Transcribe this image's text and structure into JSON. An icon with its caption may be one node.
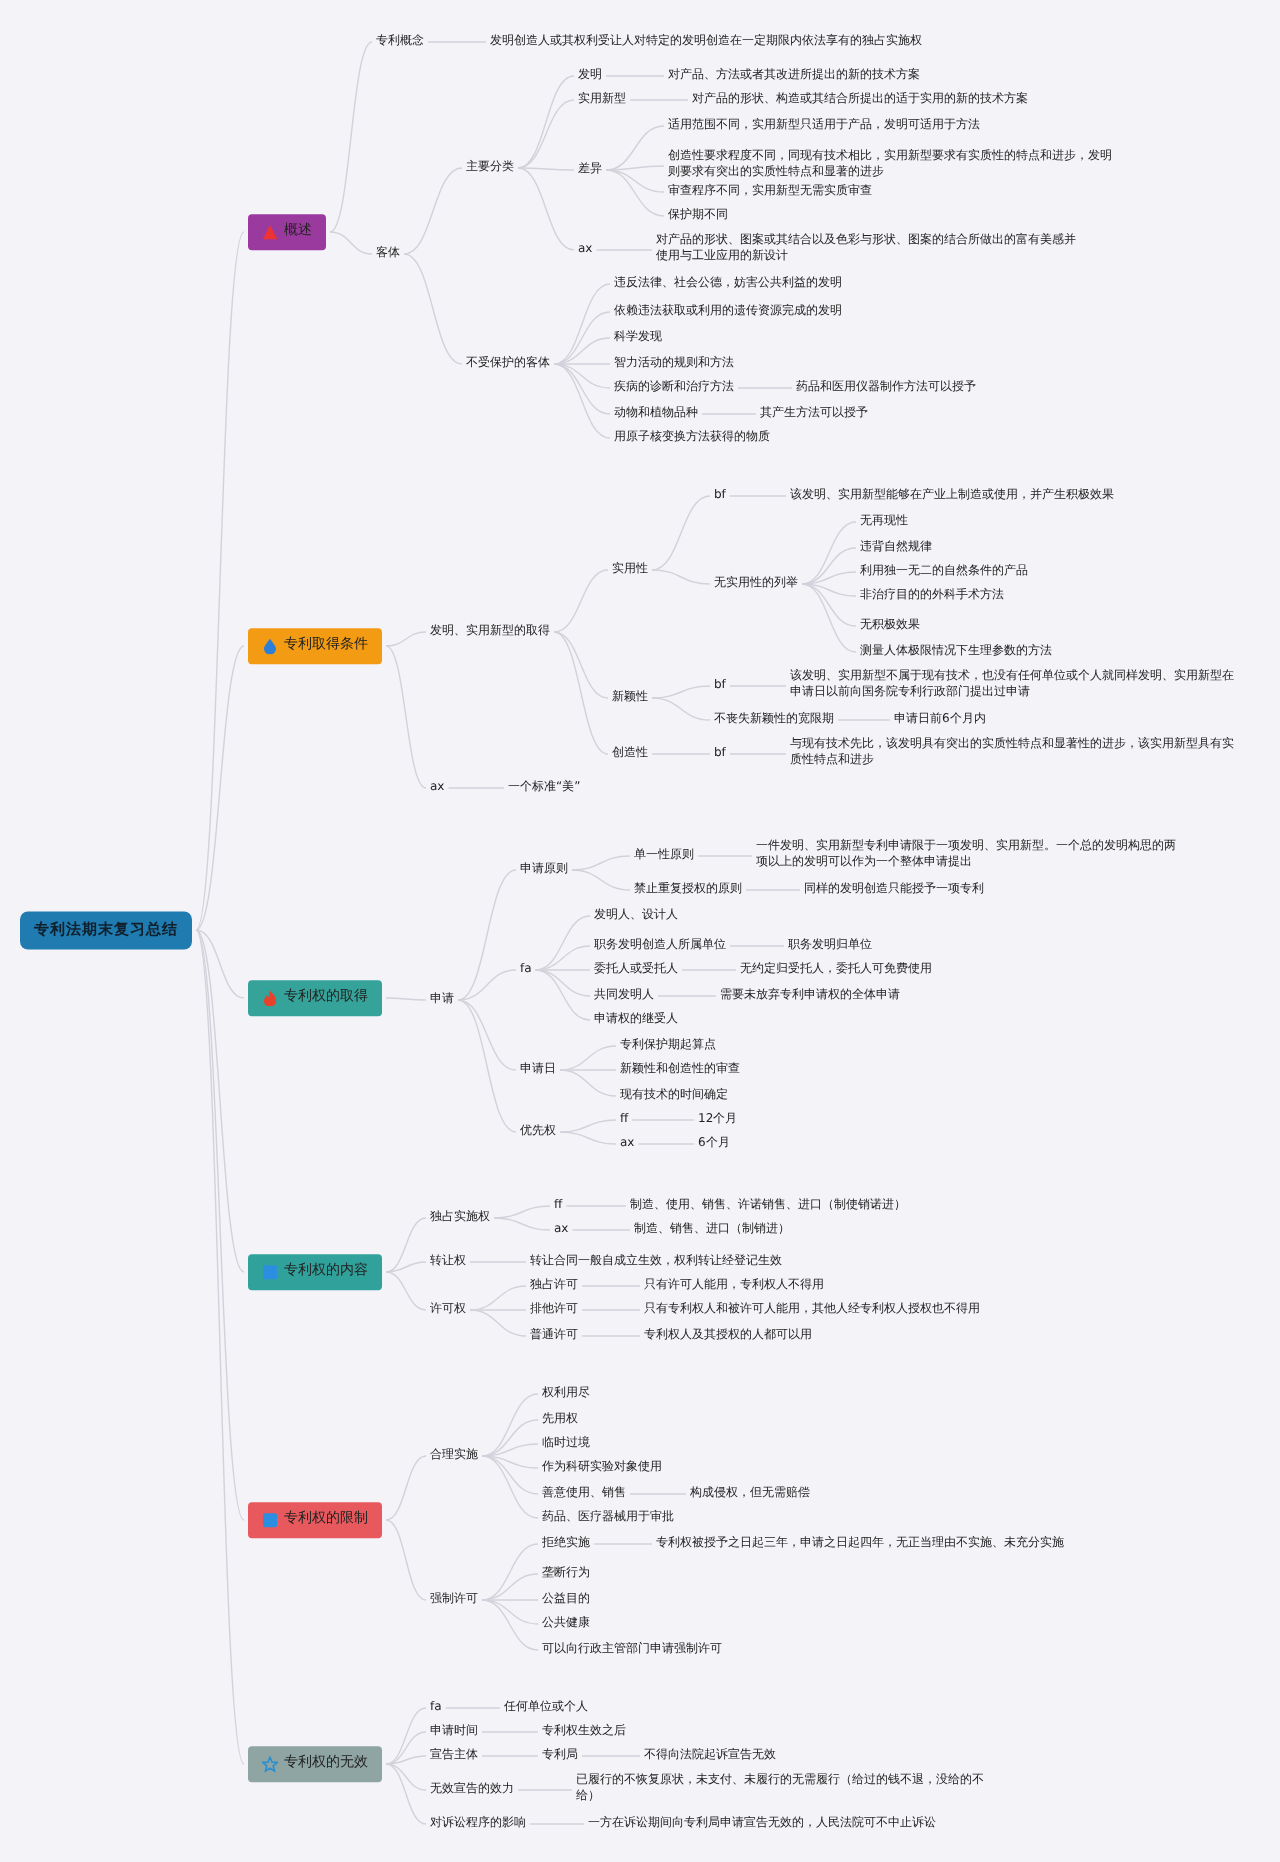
{
  "diagram": {
    "nodes": [
      {
        "text": [
          "专利法期末复习总结"
        ]
      },
      {
        "text": [
          "概述"
        ]
      },
      {
        "text": [
          "专利概念"
        ]
      },
      {
        "text": [
          "发明创造人或其权利受让人对特定的发明创造在一定期限内依法享有的独占实施权"
        ]
      },
      {
        "text": [
          "客体"
        ]
      },
      {
        "text": [
          "主要分类"
        ]
      },
      {
        "text": [
          "发明"
        ]
      },
      {
        "text": [
          "对产品、方法或者其改进所提出的新的技术方案"
        ]
      },
      {
        "text": [
          "实用新型"
        ]
      },
      {
        "text": [
          "对产品的形状、构造或其结合所提出的适于实用的新的技术方案"
        ]
      },
      {
        "text": [
          "差异"
        ]
      },
      {
        "text": [
          "适用范围不同，实用新型只适用于产品，发明可适用于方法"
        ]
      },
      {
        "text": [
          "创造性要求程度不同，同现有技术相比，实用新型要求有实质性的特点和进步，发明则要求有突出的实质性特点和显著的进步"
        ]
      },
      {
        "text": [
          "审查程序不同，实用新型无需实质审查"
        ]
      },
      {
        "text": [
          "保护期不同"
        ]
      },
      {
        "text": [
          "ax"
        ]
      },
      {
        "text": [
          "对产品的形状、图案或其结合以及色彩与形状、图案的结合所做出的富有美感并使用与工业应用的新设计"
        ]
      },
      {
        "text": [
          "不受保护的客体"
        ]
      },
      {
        "text": [
          "违反法律、社会公德，妨害公共利益的发明"
        ]
      },
      {
        "text": [
          "依赖违法获取或利用的遗传资源完成的发明"
        ]
      },
      {
        "text": [
          "科学发现"
        ]
      },
      {
        "text": [
          "智力活动的规则和方法"
        ]
      },
      {
        "text": [
          "疾病的诊断和治疗方法"
        ]
      },
      {
        "text": [
          "药品和医用仪器制作方法可以授予"
        ]
      },
      {
        "text": [
          "动物和植物品种"
        ]
      },
      {
        "text": [
          "其产生方法可以授予"
        ]
      },
      {
        "text": [
          "用原子核变换方法获得的物质"
        ]
      },
      {
        "text": [
          "专利取得条件"
        ]
      },
      {
        "text": [
          "发明、实用新型的取得"
        ]
      },
      {
        "text": [
          "实用性"
        ]
      },
      {
        "text": [
          "bf"
        ]
      },
      {
        "text": [
          "该发明、实用新型能够在产业上制造或使用，并产生积极效果"
        ]
      },
      {
        "text": [
          "无实用性的列举"
        ]
      },
      {
        "text": [
          "无再现性"
        ]
      },
      {
        "text": [
          "违背自然规律"
        ]
      },
      {
        "text": [
          "利用独一无二的自然条件的产品"
        ]
      },
      {
        "text": [
          "非治疗目的的外科手术方法"
        ]
      },
      {
        "text": [
          "无积极效果"
        ]
      },
      {
        "text": [
          "测量人体极限情况下生理参数的方法"
        ]
      },
      {
        "text": [
          "新颖性"
        ]
      },
      {
        "text": [
          "bf"
        ]
      },
      {
        "text": [
          "该发明、实用新型不属于现有技术，也没有任何单位或个人就同样发明、实用新型在申请日以前向国务院专利行政部门提出过申请"
        ]
      },
      {
        "text": [
          "不丧失新颖性的宽限期"
        ]
      },
      {
        "text": [
          "申请日前6个月内"
        ]
      },
      {
        "text": [
          "创造性"
        ]
      },
      {
        "text": [
          "bf"
        ]
      },
      {
        "text": [
          "与现有技术先比，该发明具有突出的实质性特点和显著性的进步，该实用新型具有实质性特点和进步"
        ]
      },
      {
        "text": [
          "ax"
        ]
      },
      {
        "text": [
          "一个标准“美”"
        ]
      },
      {
        "text": [
          "专利权的取得"
        ]
      },
      {
        "text": [
          "申请"
        ]
      },
      {
        "text": [
          "申请原则"
        ]
      },
      {
        "text": [
          "单一性原则"
        ]
      },
      {
        "text": [
          "一件发明、实用新型专利申请限于一项发明、实用新型。一个总的发明构思的两项以上的发明可以作为一个整体申请提出"
        ]
      },
      {
        "text": [
          "禁止重复授权的原则"
        ]
      },
      {
        "text": [
          "同样的发明创造只能授予一项专利"
        ]
      },
      {
        "text": [
          "fa"
        ]
      },
      {
        "text": [
          "发明人、设计人"
        ]
      },
      {
        "text": [
          "职务发明创造人所属单位"
        ]
      },
      {
        "text": [
          "职务发明归单位"
        ]
      },
      {
        "text": [
          "委托人或受托人"
        ]
      },
      {
        "text": [
          "无约定归受托人，委托人可免费使用"
        ]
      },
      {
        "text": [
          "共同发明人"
        ]
      },
      {
        "text": [
          "需要未放弃专利申请权的全体申请"
        ]
      },
      {
        "text": [
          "申请权的继受人"
        ]
      },
      {
        "text": [
          "申请日"
        ]
      },
      {
        "text": [
          "专利保护期起算点"
        ]
      },
      {
        "text": [
          "新颖性和创造性的审查"
        ]
      },
      {
        "text": [
          "现有技术的时间确定"
        ]
      },
      {
        "text": [
          "优先权"
        ]
      },
      {
        "text": [
          "ff"
        ]
      },
      {
        "text": [
          "12个月"
        ]
      },
      {
        "text": [
          "ax"
        ]
      },
      {
        "text": [
          "6个月"
        ]
      },
      {
        "text": [
          "专利权的内容"
        ]
      },
      {
        "text": [
          "独占实施权"
        ]
      },
      {
        "text": [
          "ff"
        ]
      },
      {
        "text": [
          "制造、使用、销售、许诺销售、进口（制使销诺进）"
        ]
      },
      {
        "text": [
          "ax"
        ]
      },
      {
        "text": [
          "制造、销售、进口（制销进）"
        ]
      },
      {
        "text": [
          "转让权"
        ]
      },
      {
        "text": [
          "转让合同一般自成立生效，权利转让经登记生效"
        ]
      },
      {
        "text": [
          "许可权"
        ]
      },
      {
        "text": [
          "独占许可"
        ]
      },
      {
        "text": [
          "只有许可人能用，专利权人不得用"
        ]
      },
      {
        "text": [
          "排他许可"
        ]
      },
      {
        "text": [
          "只有专利权人和被许可人能用，其他人经专利权人授权也不得用"
        ]
      },
      {
        "text": [
          "普通许可"
        ]
      },
      {
        "text": [
          "专利权人及其授权的人都可以用"
        ]
      },
      {
        "text": [
          "专利权的限制"
        ]
      },
      {
        "text": [
          "合理实施"
        ]
      },
      {
        "text": [
          "权利用尽"
        ]
      },
      {
        "text": [
          "先用权"
        ]
      },
      {
        "text": [
          "临时过境"
        ]
      },
      {
        "text": [
          "作为科研实验对象使用"
        ]
      },
      {
        "text": [
          "善意使用、销售"
        ]
      },
      {
        "text": [
          "构成侵权，但无需赔偿"
        ]
      },
      {
        "text": [
          "药品、医疗器械用于审批"
        ]
      },
      {
        "text": [
          "强制许可"
        ]
      },
      {
        "text": [
          "拒绝实施"
        ]
      },
      {
        "text": [
          "专利权被授予之日起三年，申请之日起四年，无正当理由不实施、未充分实施"
        ]
      },
      {
        "text": [
          "垄断行为"
        ]
      },
      {
        "text": [
          "公益目的"
        ]
      },
      {
        "text": [
          "公共健康"
        ]
      },
      {
        "text": [
          "可以向行政主管部门申请强制许可"
        ]
      },
      {
        "text": [
          "专利权的无效"
        ]
      },
      {
        "text": [
          "fa"
        ]
      },
      {
        "text": [
          "任何单位或个人"
        ]
      },
      {
        "text": [
          "申请时间"
        ]
      },
      {
        "text": [
          "专利权生效之后"
        ]
      },
      {
        "text": [
          "宣告主体"
        ]
      },
      {
        "text": [
          "专利局"
        ]
      },
      {
        "text": [
          "不得向法院起诉宣告无效"
        ]
      },
      {
        "text": [
          "无效宣告的效力"
        ]
      },
      {
        "text": [
          "已履行的不恢复原状，未支付、未履行的无需履行（给过的钱不退，没给的不给）"
        ]
      },
      {
        "text": [
          "对诉讼程序的影响"
        ]
      },
      {
        "text": [
          "一方在诉讼期间向专利局申请宣告无效的，人民法院可不中止诉讼"
        ]
      }
    ],
    "edges": [
      {
        "from": 0,
        "to": 1,
        "arrow": "none"
      },
      {
        "from": 1,
        "to": 2,
        "arrow": "none"
      },
      {
        "from": 2,
        "to": 3,
        "arrow": "none"
      },
      {
        "from": 1,
        "to": 4,
        "arrow": "none"
      },
      {
        "from": 4,
        "to": 5,
        "arrow": "none"
      },
      {
        "from": 5,
        "to": 6,
        "arrow": "none"
      },
      {
        "from": 6,
        "to": 7,
        "arrow": "none"
      },
      {
        "from": 5,
        "to": 8,
        "arrow": "none"
      },
      {
        "from": 8,
        "to": 9,
        "arrow": "none"
      },
      {
        "from": 5,
        "to": 10,
        "arrow": "none"
      },
      {
        "from": 10,
        "to": 11,
        "arrow": "none"
      },
      {
        "from": 10,
        "to": 12,
        "arrow": "none"
      },
      {
        "from": 10,
        "to": 13,
        "arrow": "none"
      },
      {
        "from": 10,
        "to": 14,
        "arrow": "none"
      },
      {
        "from": 5,
        "to": 15,
        "arrow": "none"
      },
      {
        "from": 15,
        "to": 16,
        "arrow": "none"
      },
      {
        "from": 4,
        "to": 17,
        "arrow": "none"
      },
      {
        "from": 17,
        "to": 18,
        "arrow": "none"
      },
      {
        "from": 17,
        "to": 19,
        "arrow": "none"
      },
      {
        "from": 17,
        "to": 20,
        "arrow": "none"
      },
      {
        "from": 17,
        "to": 21,
        "arrow": "none"
      },
      {
        "from": 17,
        "to": 22,
        "arrow": "none"
      },
      {
        "from": 22,
        "to": 23,
        "arrow": "none"
      },
      {
        "from": 17,
        "to": 24,
        "arrow": "none"
      },
      {
        "from": 24,
        "to": 25,
        "arrow": "none"
      },
      {
        "from": 17,
        "to": 26,
        "arrow": "none"
      },
      {
        "from": 0,
        "to": 27,
        "arrow": "none"
      },
      {
        "from": 27,
        "to": 28,
        "arrow": "none"
      },
      {
        "from": 28,
        "to": 29,
        "arrow": "none"
      },
      {
        "from": 29,
        "to": 30,
        "arrow": "none"
      },
      {
        "from": 30,
        "to": 31,
        "arrow": "none"
      },
      {
        "from": 29,
        "to": 32,
        "arrow": "none"
      },
      {
        "from": 32,
        "to": 33,
        "arrow": "none"
      },
      {
        "from": 32,
        "to": 34,
        "arrow": "none"
      },
      {
        "from": 32,
        "to": 35,
        "arrow": "none"
      },
      {
        "from": 32,
        "to": 36,
        "arrow": "none"
      },
      {
        "from": 32,
        "to": 37,
        "arrow": "none"
      },
      {
        "from": 32,
        "to": 38,
        "arrow": "none"
      },
      {
        "from": 28,
        "to": 39,
        "arrow": "none"
      },
      {
        "from": 39,
        "to": 40,
        "arrow": "none"
      },
      {
        "from": 40,
        "to": 41,
        "arrow": "none"
      },
      {
        "from": 39,
        "to": 42,
        "arrow": "none"
      },
      {
        "from": 42,
        "to": 43,
        "arrow": "none"
      },
      {
        "from": 28,
        "to": 44,
        "arrow": "none"
      },
      {
        "from": 44,
        "to": 45,
        "arrow": "none"
      },
      {
        "from": 45,
        "to": 46,
        "arrow": "none"
      },
      {
        "from": 27,
        "to": 47,
        "arrow": "none"
      },
      {
        "from": 47,
        "to": 48,
        "arrow": "none"
      },
      {
        "from": 0,
        "to": 49,
        "arrow": "none"
      },
      {
        "from": 49,
        "to": 50,
        "arrow": "none"
      },
      {
        "from": 50,
        "to": 51,
        "arrow": "none"
      },
      {
        "from": 51,
        "to": 52,
        "arrow": "none"
      },
      {
        "from": 52,
        "to": 53,
        "arrow": "none"
      },
      {
        "from": 51,
        "to": 54,
        "arrow": "none"
      },
      {
        "from": 54,
        "to": 55,
        "arrow": "none"
      },
      {
        "from": 50,
        "to": 56,
        "arrow": "none"
      },
      {
        "from": 56,
        "to": 57,
        "arrow": "none"
      },
      {
        "from": 56,
        "to": 58,
        "arrow": "none"
      },
      {
        "from": 58,
        "to": 59,
        "arrow": "none"
      },
      {
        "from": 56,
        "to": 60,
        "arrow": "none"
      },
      {
        "from": 60,
        "to": 61,
        "arrow": "none"
      },
      {
        "from": 56,
        "to": 62,
        "arrow": "none"
      },
      {
        "from": 62,
        "to": 63,
        "arrow": "none"
      },
      {
        "from": 56,
        "to": 64,
        "arrow": "none"
      },
      {
        "from": 50,
        "to": 65,
        "arrow": "none"
      },
      {
        "from": 65,
        "to": 66,
        "arrow": "none"
      },
      {
        "from": 65,
        "to": 67,
        "arrow": "none"
      },
      {
        "from": 65,
        "to": 68,
        "arrow": "none"
      },
      {
        "from": 50,
        "to": 69,
        "arrow": "none"
      },
      {
        "from": 69,
        "to": 70,
        "arrow": "none"
      },
      {
        "from": 70,
        "to": 71,
        "arrow": "none"
      },
      {
        "from": 69,
        "to": 72,
        "arrow": "none"
      },
      {
        "from": 72,
        "to": 73,
        "arrow": "none"
      },
      {
        "from": 0,
        "to": 74,
        "arrow": "none"
      },
      {
        "from": 74,
        "to": 75,
        "arrow": "none"
      },
      {
        "from": 75,
        "to": 76,
        "arrow": "none"
      },
      {
        "from": 76,
        "to": 77,
        "arrow": "none"
      },
      {
        "from": 75,
        "to": 78,
        "arrow": "none"
      },
      {
        "from": 78,
        "to": 79,
        "arrow": "none"
      },
      {
        "from": 74,
        "to": 80,
        "arrow": "none"
      },
      {
        "from": 80,
        "to": 81,
        "arrow": "none"
      },
      {
        "from": 74,
        "to": 82,
        "arrow": "none"
      },
      {
        "from": 82,
        "to": 83,
        "arrow": "none"
      },
      {
        "from": 83,
        "to": 84,
        "arrow": "none"
      },
      {
        "from": 82,
        "to": 85,
        "arrow": "none"
      },
      {
        "from": 85,
        "to": 86,
        "arrow": "none"
      },
      {
        "from": 82,
        "to": 87,
        "arrow": "none"
      },
      {
        "from": 87,
        "to": 88,
        "arrow": "none"
      },
      {
        "from": 0,
        "to": 89,
        "arrow": "none"
      },
      {
        "from": 89,
        "to": 90,
        "arrow": "none"
      },
      {
        "from": 90,
        "to": 91,
        "arrow": "none"
      },
      {
        "from": 90,
        "to": 92,
        "arrow": "none"
      },
      {
        "from": 90,
        "to": 93,
        "arrow": "none"
      },
      {
        "from": 90,
        "to": 94,
        "arrow": "none"
      },
      {
        "from": 90,
        "to": 95,
        "arrow": "none"
      },
      {
        "from": 95,
        "to": 96,
        "arrow": "none"
      },
      {
        "from": 90,
        "to": 97,
        "arrow": "none"
      },
      {
        "from": 89,
        "to": 98,
        "arrow": "none"
      },
      {
        "from": 98,
        "to": 99,
        "arrow": "none"
      },
      {
        "from": 99,
        "to": 100,
        "arrow": "none"
      },
      {
        "from": 98,
        "to": 101,
        "arrow": "none"
      },
      {
        "from": 98,
        "to": 102,
        "arrow": "none"
      },
      {
        "from": 98,
        "to": 103,
        "arrow": "none"
      },
      {
        "from": 98,
        "to": 104,
        "arrow": "none"
      },
      {
        "from": 0,
        "to": 105,
        "arrow": "none"
      },
      {
        "from": 105,
        "to": 106,
        "arrow": "none"
      },
      {
        "from": 106,
        "to": 107,
        "arrow": "none"
      },
      {
        "from": 105,
        "to": 108,
        "arrow": "none"
      },
      {
        "from": 108,
        "to": 109,
        "arrow": "none"
      },
      {
        "from": 105,
        "to": 110,
        "arrow": "none"
      },
      {
        "from": 110,
        "to": 111,
        "arrow": "none"
      },
      {
        "from": 111,
        "to": 112,
        "arrow": "none"
      },
      {
        "from": 105,
        "to": 113,
        "arrow": "none"
      },
      {
        "from": 113,
        "to": 114,
        "arrow": "none"
      },
      {
        "from": 105,
        "to": 115,
        "arrow": "none"
      },
      {
        "from": 115,
        "to": 116,
        "arrow": "none"
      }
    ]
  }
}
